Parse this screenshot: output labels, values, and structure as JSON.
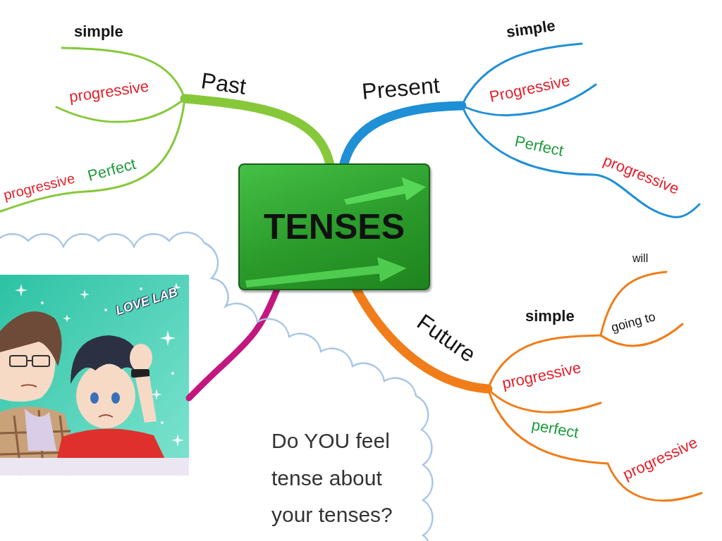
{
  "diagram": {
    "nodes": [
      {
        "text": [
          "TENSES"
        ]
      },
      {
        "text": [
          "Do YOU feel tense about your tenses?"
        ]
      }
    ],
    "edges": [
      {
        "from": 0,
        "to": 1,
        "arrow": "none"
      }
    ],
    "labels": [
      "Past",
      "simple",
      "progressive",
      "Perfect",
      "progressive",
      "Present",
      "simple",
      "Progressive",
      "Perfect",
      "progressive",
      "Future",
      "will",
      "simple",
      "going to",
      "progressive",
      "perfect",
      "progressive",
      "LOVE LAB"
    ]
  }
}
